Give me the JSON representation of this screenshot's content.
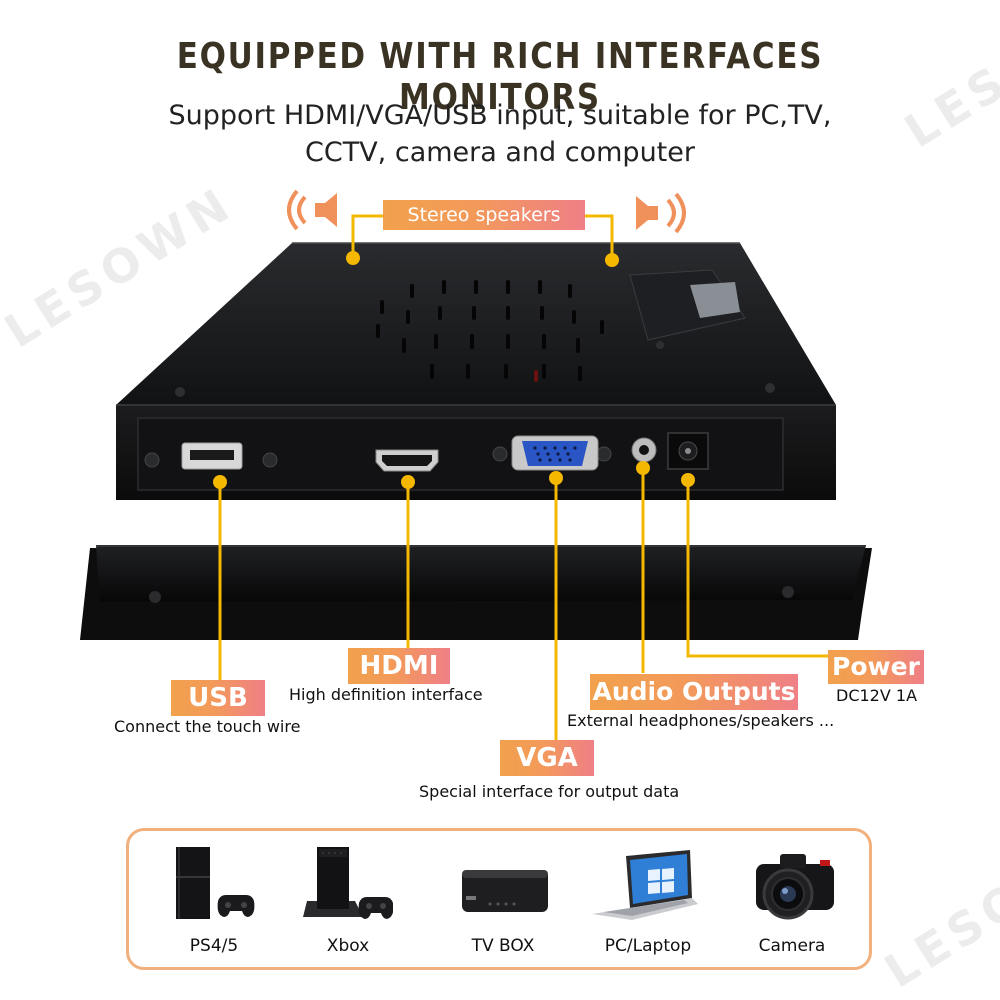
{
  "watermark": "LESOWN",
  "header": {
    "title": "EQUIPPED WITH RICH INTERFACES MONITORS",
    "subtitle_line1": "Support HDMI/VGA/USB input, suitable for PC,TV,",
    "subtitle_line2": "CCTV, camera and computer"
  },
  "speakers_label": "Stereo speakers",
  "ports": {
    "usb": {
      "label": "USB",
      "desc": "Connect the touch wire"
    },
    "hdmi": {
      "label": "HDMI",
      "desc": "High definition interface"
    },
    "vga": {
      "label": "VGA",
      "desc": "Special interface for output data"
    },
    "audio": {
      "label": "Audio Outputs",
      "desc": "External headphones/speakers ..."
    },
    "power": {
      "label": "Power",
      "desc": "DC12V 1A"
    }
  },
  "devices": [
    {
      "label": "PS4/5",
      "icon": "console-icon"
    },
    {
      "label": "Xbox",
      "icon": "xbox-icon"
    },
    {
      "label": "TV BOX",
      "icon": "tv-box-icon"
    },
    {
      "label": "PC/Laptop",
      "icon": "laptop-icon"
    },
    {
      "label": "Camera",
      "icon": "camera-icon"
    }
  ],
  "colors": {
    "accent_orange": "#f2a14d",
    "accent_pink": "#ef7f86",
    "connector_yellow": "#f5b800",
    "title": "#3a3222"
  }
}
